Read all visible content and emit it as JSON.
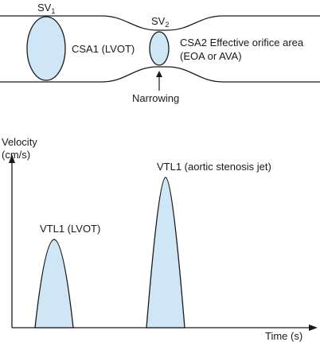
{
  "colors": {
    "fill": "#cfe6f6",
    "stroke": "#1a1a1a",
    "background": "#ffffff"
  },
  "top_panel": {
    "sv1_label": "SV",
    "sv1_sub": "1",
    "sv2_label": "SV",
    "sv2_sub": "2",
    "csa1_label": "CSA1 (LVOT)",
    "csa2_line1": "CSA2 Effective orifice area",
    "csa2_line2": "(EOA or AVA)",
    "narrowing_label": "Narrowing"
  },
  "bottom_panel": {
    "y_label_line1": "Velocity",
    "y_label_line2": "(cm/s)",
    "x_label": "Time (s)",
    "peak1_label": "VTL1 (LVOT)",
    "peak2_label": "VTL1 (aortic stenosis jet)"
  }
}
